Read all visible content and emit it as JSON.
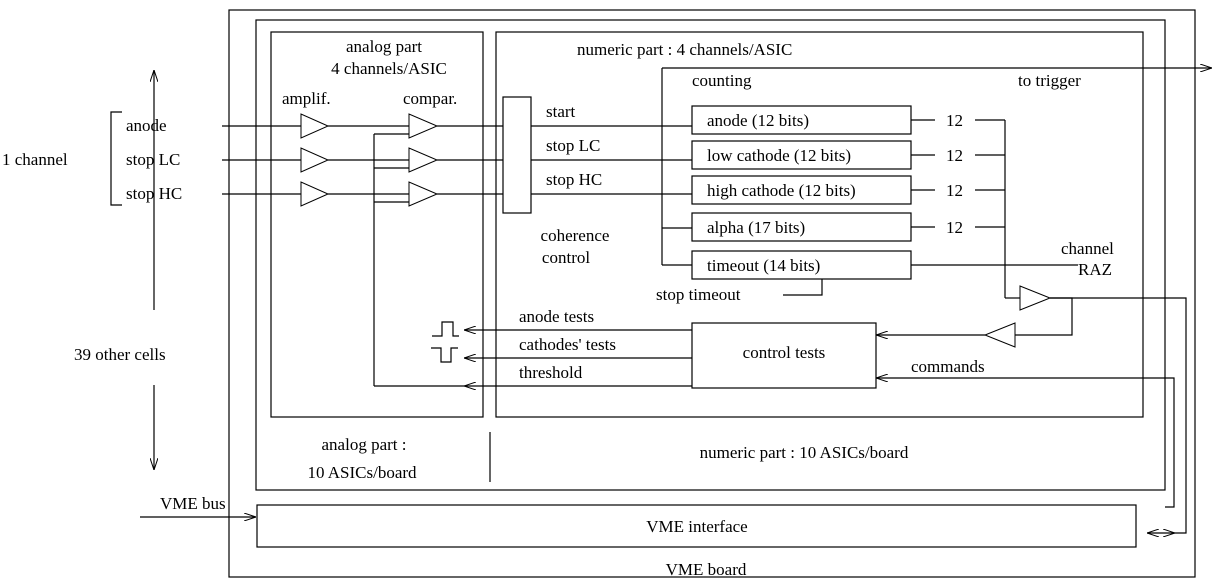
{
  "diagram": {
    "left": {
      "one_channel": "1 channel",
      "signals": [
        "anode",
        "stop LC",
        "stop HC"
      ],
      "other_cells": "39 other cells",
      "vme_bus": "VME bus"
    },
    "analog": {
      "title_line1": "analog part",
      "title_line2": "4 channels/ASIC",
      "amplif": "amplif.",
      "compar": "compar.",
      "board_line1": "analog part :",
      "board_line2": "10 ASICs/board"
    },
    "numeric": {
      "title": "numeric part : 4 channels/ASIC",
      "counting": "counting",
      "to_trigger": "to trigger",
      "signals": [
        "start",
        "stop LC",
        "stop HC"
      ],
      "coherence_line1": "coherence",
      "coherence_line2": "control",
      "counters": [
        "anode (12 bits)",
        "low cathode (12 bits)",
        "high cathode (12 bits)",
        "alpha (17 bits)",
        "timeout (14 bits)"
      ],
      "widths": [
        "12",
        "12",
        "12",
        "12"
      ],
      "channel_raz_line1": "channel",
      "channel_raz_line2": "RAZ",
      "stop_timeout": "stop timeout",
      "tests": [
        "anode tests",
        "cathodes' tests",
        "threshold"
      ],
      "control_tests": "control tests",
      "commands": "commands",
      "board": "numeric part : 10 ASICs/board"
    },
    "vme_interface": "VME interface",
    "vme_board": "VME board"
  }
}
